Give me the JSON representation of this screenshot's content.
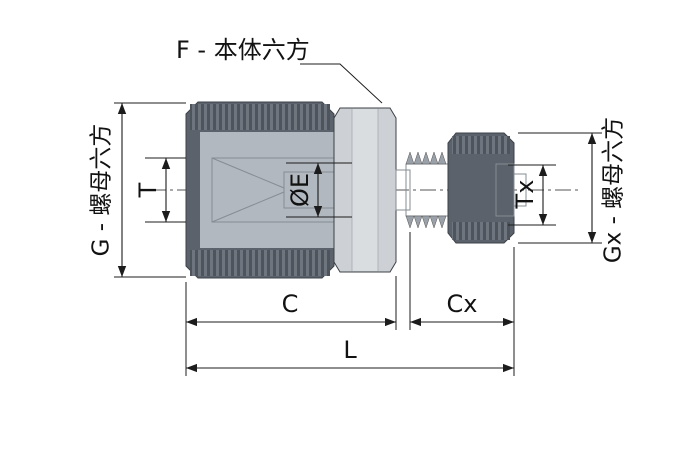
{
  "figure": {
    "background": "#ffffff",
    "line_color": "#1c1c1c",
    "colors": {
      "nut_fill": "#5b626b",
      "body_fill": "#cdd1d5",
      "interior_fill": "#b2b8bf",
      "bore_fill": "#eceef0",
      "thread_fill": "#9aa1a8",
      "neck_fill": "#c0c5ca"
    },
    "callouts": {
      "body_hex": "F - 本体六方",
      "left_nut_hex": "G - 螺母六方",
      "right_nut_hex": "Gx - 螺母六方"
    },
    "dimensions": {
      "t": "T",
      "e": "ØE",
      "tx": "Tx",
      "c": "C",
      "cx": "Cx",
      "l": "L"
    }
  }
}
